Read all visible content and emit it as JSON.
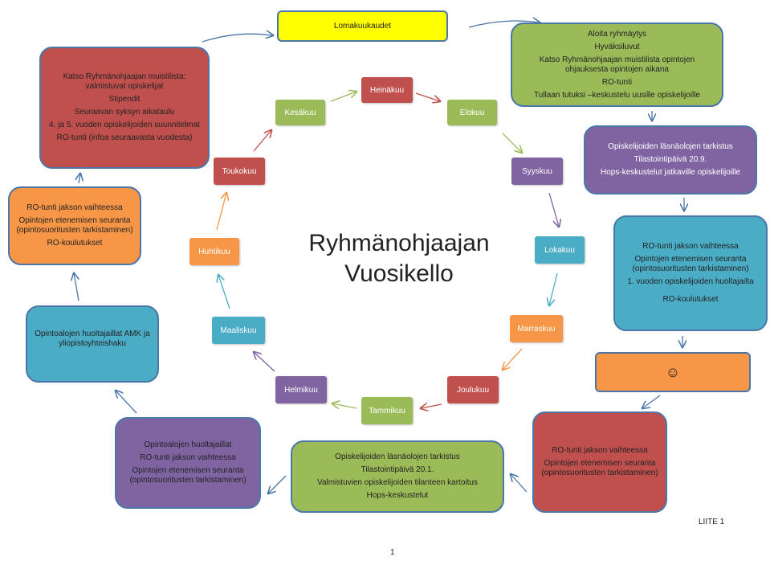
{
  "title": {
    "line1": "Ryhmänohjaajan",
    "line2": "Vuosikello"
  },
  "months": [
    {
      "id": "heinakuu",
      "label": "Heinäkuu",
      "color": "#c0504d"
    },
    {
      "id": "elokuu",
      "label": "Elokuu",
      "color": "#9bbb59"
    },
    {
      "id": "syyskuu",
      "label": "Syyskuu",
      "color": "#8064a2"
    },
    {
      "id": "lokakuu",
      "label": "Lokakuu",
      "color": "#4bacc6"
    },
    {
      "id": "marraskuu",
      "label": "Marraskuu",
      "color": "#f79646"
    },
    {
      "id": "joulukuu",
      "label": "Joulukuu",
      "color": "#c0504d"
    },
    {
      "id": "tammikuu",
      "label": "Tammikuu",
      "color": "#9bbb59"
    },
    {
      "id": "helmikuu",
      "label": "Helmikuu",
      "color": "#8064a2"
    },
    {
      "id": "maaliskuu",
      "label": "Maaliskuu",
      "color": "#4bacc6"
    },
    {
      "id": "huhtikuu",
      "label": "Huhtikuu",
      "color": "#f79646"
    },
    {
      "id": "toukokuu",
      "label": "Toukokuu",
      "color": "#c0504d"
    },
    {
      "id": "kesakuu",
      "label": "Kesäkuu",
      "color": "#9bbb59"
    }
  ],
  "boxes": {
    "lomakuukaudet": {
      "color": "#ffff00",
      "lines": [
        "Lomakuukaudet"
      ]
    },
    "elokuu_tasks": {
      "color": "#9bbb59",
      "lines": [
        "Aloita ryhmäytys",
        "Hyväksiluvut",
        "Katso Ryhmänohjaajan muistilista opintojen ohjauksesta opintojen aikana",
        "RO-tunti",
        "Tullaan tutuksi –keskustelu uusille opiskelijoille"
      ]
    },
    "syyskuu_tasks": {
      "color": "#8064a2",
      "lines": [
        "Opiskelijoiden läsnäolojen tarkistus",
        "Tilastointipäivä 20.9.",
        "Hops-keskustelut jatkaville opiskelijoille"
      ]
    },
    "lokakuu_tasks": {
      "color": "#4bacc6",
      "lines": [
        "RO-tunti jakson vaihteessa",
        "Opintojen etenemisen seuranta (opintosuoritusten tarkistaminen)",
        "1. vuoden opiskelijoiden huoltajailta",
        "RO-koulutukset"
      ]
    },
    "marraskuu_tasks": {
      "color": "#f79646",
      "lines": [
        "☺"
      ]
    },
    "joulukuu_tasks": {
      "color": "#c0504d",
      "lines": [
        "RO-tunti jakson vaihteessa",
        "Opintojen etenemisen seuranta (opintosuoritusten tarkistaminen)"
      ]
    },
    "tammikuu_tasks": {
      "color": "#9bbb59",
      "lines": [
        "Opiskelijoiden läsnäolojen tarkistus",
        "Tilastointipäivä 20.1.",
        "Valmistuvien opiskelijoiden tilanteen kartoitus",
        "Hops-keskustelut"
      ]
    },
    "helmikuu_tasks": {
      "color": "#8064a2",
      "lines": [
        "Opintoalojen huoltajaillat",
        "RO-tunti jakson vaihteessa",
        "Opintojen etenemisen seuranta (opintosuoritusten tarkistaminen)"
      ]
    },
    "maaliskuu_tasks": {
      "color": "#4bacc6",
      "lines": [
        "Opintoalojen huoltajaillat AMK ja yliopistoyhteishaku"
      ]
    },
    "huhtikuu_tasks": {
      "color": "#f79646",
      "lines": [
        "RO-tunti jakson vaihteessa",
        "Opintojen etenemisen seuranta (opintosuoritusten tarkistaminen)",
        "RO-koulutukset"
      ]
    },
    "toukokuu_tasks": {
      "color": "#c0504d",
      "lines": [
        "Katso Ryhmänohjaajan muistilista: valmistuvat opiskelijat",
        "Stipendit",
        "Seuraavan syksyn aikataulu",
        "4. ja 5. vuoden opiskelijoiden suunnitelmat",
        "RO-tunti (infoa seuraavasta vuodesta)"
      ]
    }
  },
  "footer": {
    "appendix": "LIITE 1",
    "page_number": "1"
  }
}
